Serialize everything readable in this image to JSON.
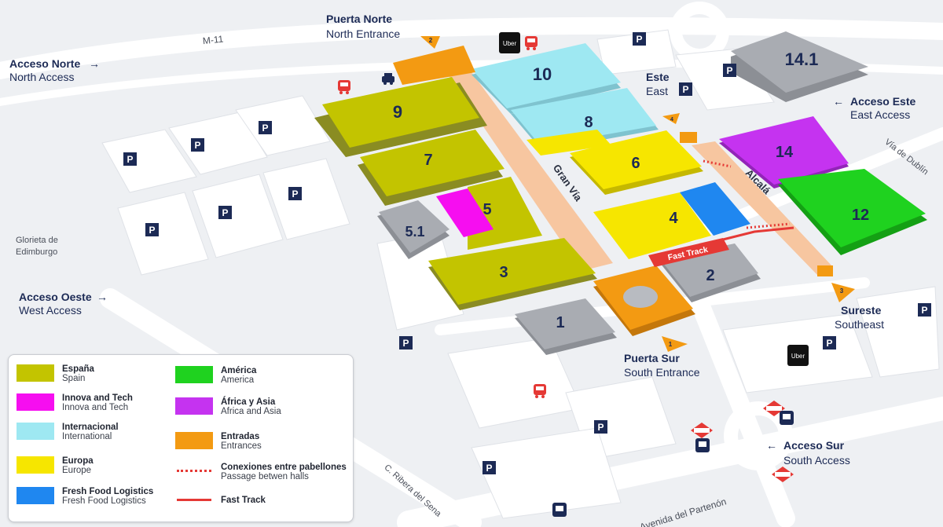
{
  "roads": {
    "m11": "M-11",
    "gran_via": "Gran Vía",
    "alcala": "Alcalá",
    "via_dublin": "Vía de Dublín",
    "ribera_sena": "C. Ribera del Sena",
    "av_partenon": "Avenida del Partenón",
    "glorieta_line1": "Glorieta de",
    "glorieta_line2": "Edimburgo",
    "fast_track": "Fast Track"
  },
  "access": {
    "norte_es": "Acceso Norte",
    "norte_en": "North Access",
    "oeste_es": "Acceso Oeste",
    "oeste_en": "West Access",
    "este_es": "Acceso Este",
    "este_en": "East Access",
    "sur_es": "Acceso Sur",
    "sur_en": "South Access"
  },
  "entrances": {
    "norte_es": "Puerta Norte",
    "norte_en": "North Entrance",
    "sur_es": "Puerta Sur",
    "sur_en": "South Entrance",
    "este_es": "Este",
    "este_en": "East",
    "sureste_es": "Sureste",
    "sureste_en": "Southeast",
    "marker_1": "1",
    "marker_2": "2",
    "marker_3": "3",
    "marker_4": "4"
  },
  "halls": {
    "h1": "1",
    "h2": "2",
    "h3": "3",
    "h4": "4",
    "h5": "5",
    "h51": "5.1",
    "h6": "6",
    "h7": "7",
    "h8": "8",
    "h9": "9",
    "h10": "10",
    "h12": "12",
    "h14": "14",
    "h141": "14.1"
  },
  "icons": {
    "parking": "P",
    "uber": "Uber",
    "metro": "Metro"
  },
  "legend": {
    "spain_es": "España",
    "spain_en": "Spain",
    "innova_es": "Innova and Tech",
    "innova_en": "Innova and Tech",
    "intl_es": "Internacional",
    "intl_en": "International",
    "europa_es": "Europa",
    "europa_en": "Europe",
    "fresh_es": "Fresh Food Logistics",
    "fresh_en": "Fresh Food Logistics",
    "america_es": "América",
    "america_en": "America",
    "africa_es": "África y Asia",
    "africa_en": "Africa and Asia",
    "entradas_es": "Entradas",
    "entradas_en": "Entrances",
    "conex_es": "Conexiones entre pabellones",
    "conex_en": "Passage betwen halls",
    "fast_es": "Fast Track"
  },
  "colors": {
    "spain": "#c3c400",
    "innova": "#f60ef0",
    "international": "#9ee8f2",
    "europe": "#f6e600",
    "fresh_food": "#1f87f0",
    "america": "#1fd21f",
    "africa_asia": "#c533f0",
    "entrances": "#f39a12",
    "passage": "#e53935",
    "fast_track": "#e53935",
    "grey_hall": "#a9acb2",
    "navy": "#1c2a55",
    "concourse": "#f7c6a0",
    "ground": "#eef0f3"
  }
}
